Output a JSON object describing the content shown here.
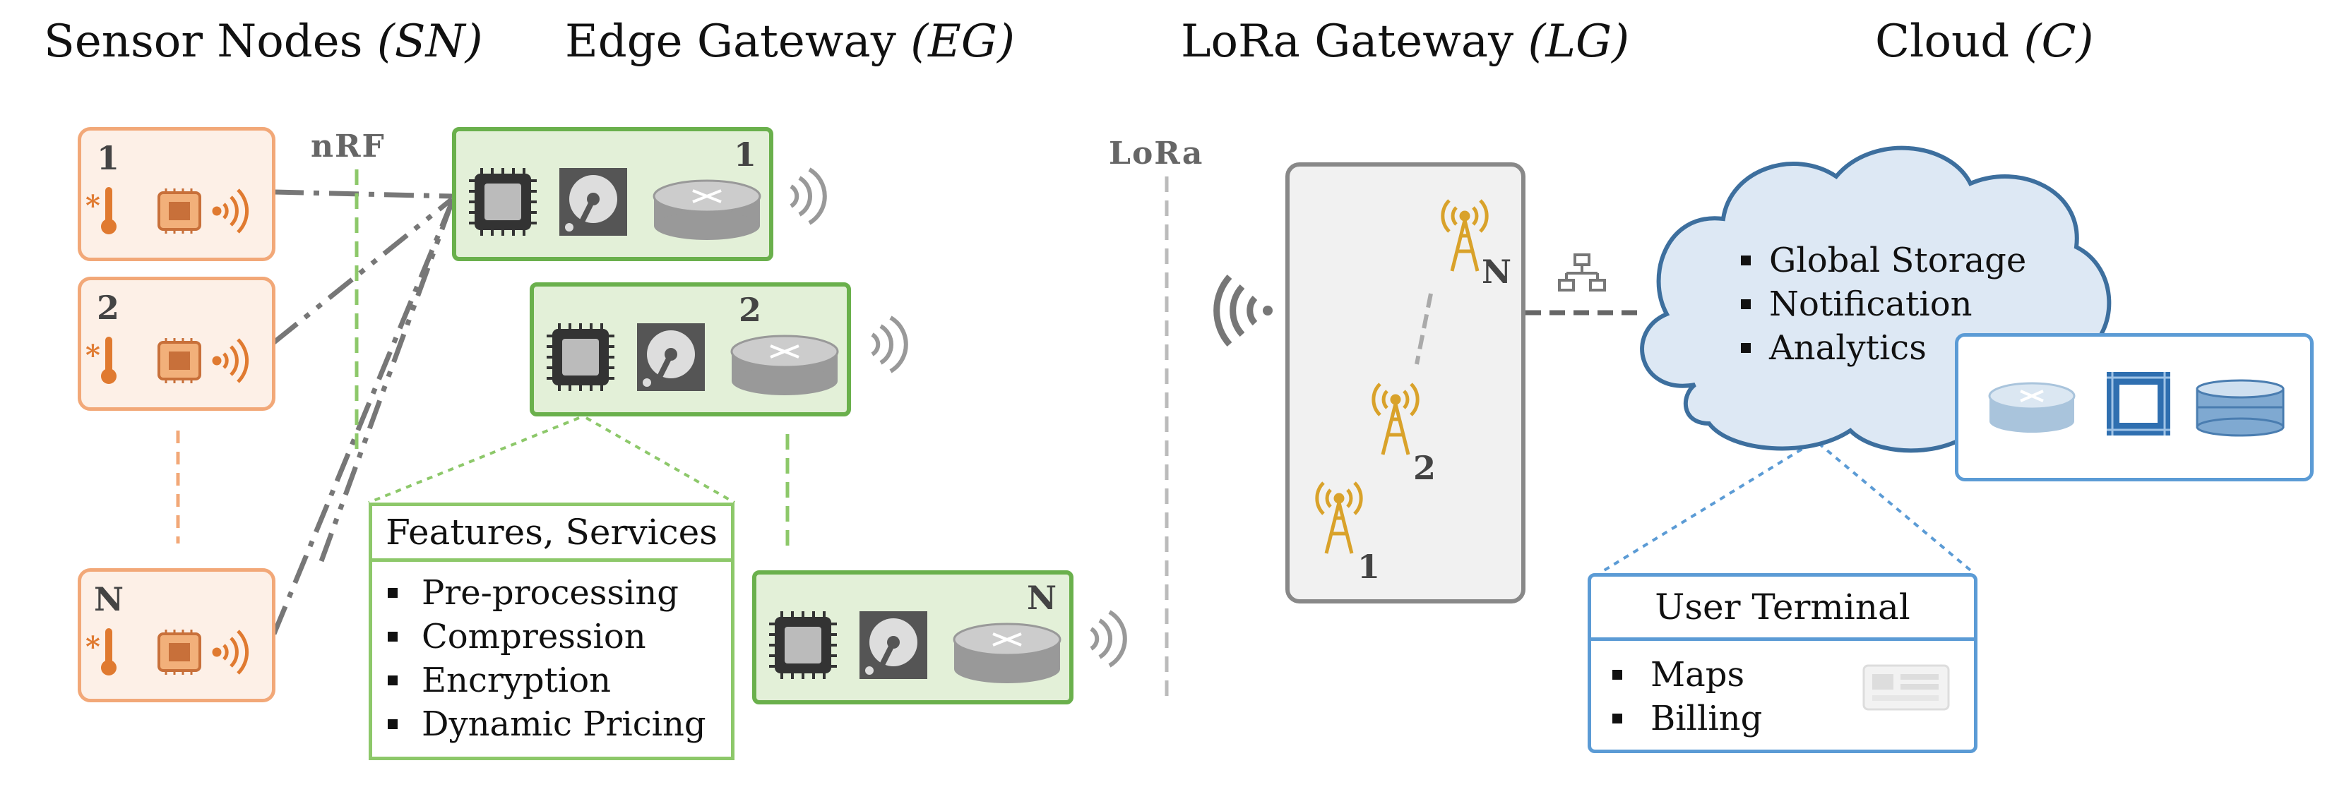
{
  "headers": [
    {
      "text": "Sensor Nodes",
      "abbr": "(SN)"
    },
    {
      "text": "Edge Gateway",
      "abbr": "(EG)"
    },
    {
      "text": "LoRa Gateway",
      "abbr": "(LG)"
    },
    {
      "text": "Cloud",
      "abbr": "(C)"
    }
  ],
  "sensor_nodes": [
    {
      "label": "1"
    },
    {
      "label": "2"
    },
    {
      "label": "N"
    }
  ],
  "edge_gateways": [
    {
      "label": "1"
    },
    {
      "label": "2"
    },
    {
      "label": "N"
    }
  ],
  "links": {
    "nrf_label": "nRF",
    "lora_label": "LoRa"
  },
  "features_panel": {
    "title": "Features, Services",
    "items": [
      "Pre-processing",
      "Compression",
      "Encryption",
      "Dynamic Pricing"
    ]
  },
  "lora_gateway": {
    "towers": [
      {
        "label": "N"
      },
      {
        "label": "2"
      },
      {
        "label": "1"
      }
    ]
  },
  "cloud": {
    "items": [
      "Global Storage",
      "Notification",
      "Analytics"
    ]
  },
  "user_terminal": {
    "title": "User Terminal",
    "items": [
      "Maps",
      "Billing"
    ]
  },
  "colors": {
    "sensor_orange": "#f2a878",
    "sensor_fill": "#fdf0e7",
    "edge_green": "#6ab04c",
    "edge_fill": "#e3f0d8",
    "lora_gray": "#777777",
    "tower_gold": "#d9a22a",
    "cloud_blue": "#3d6f9e",
    "cloud_fill": "#dde8f4",
    "terminal_blue": "#5b9bd5"
  },
  "icons": [
    "thermometer-icon",
    "chip-icon",
    "wireless-signal-icon",
    "processor-icon",
    "hard-disk-icon",
    "router-icon",
    "antenna-tower-icon",
    "network-icon",
    "database-icon",
    "terminal-screen-icon"
  ]
}
